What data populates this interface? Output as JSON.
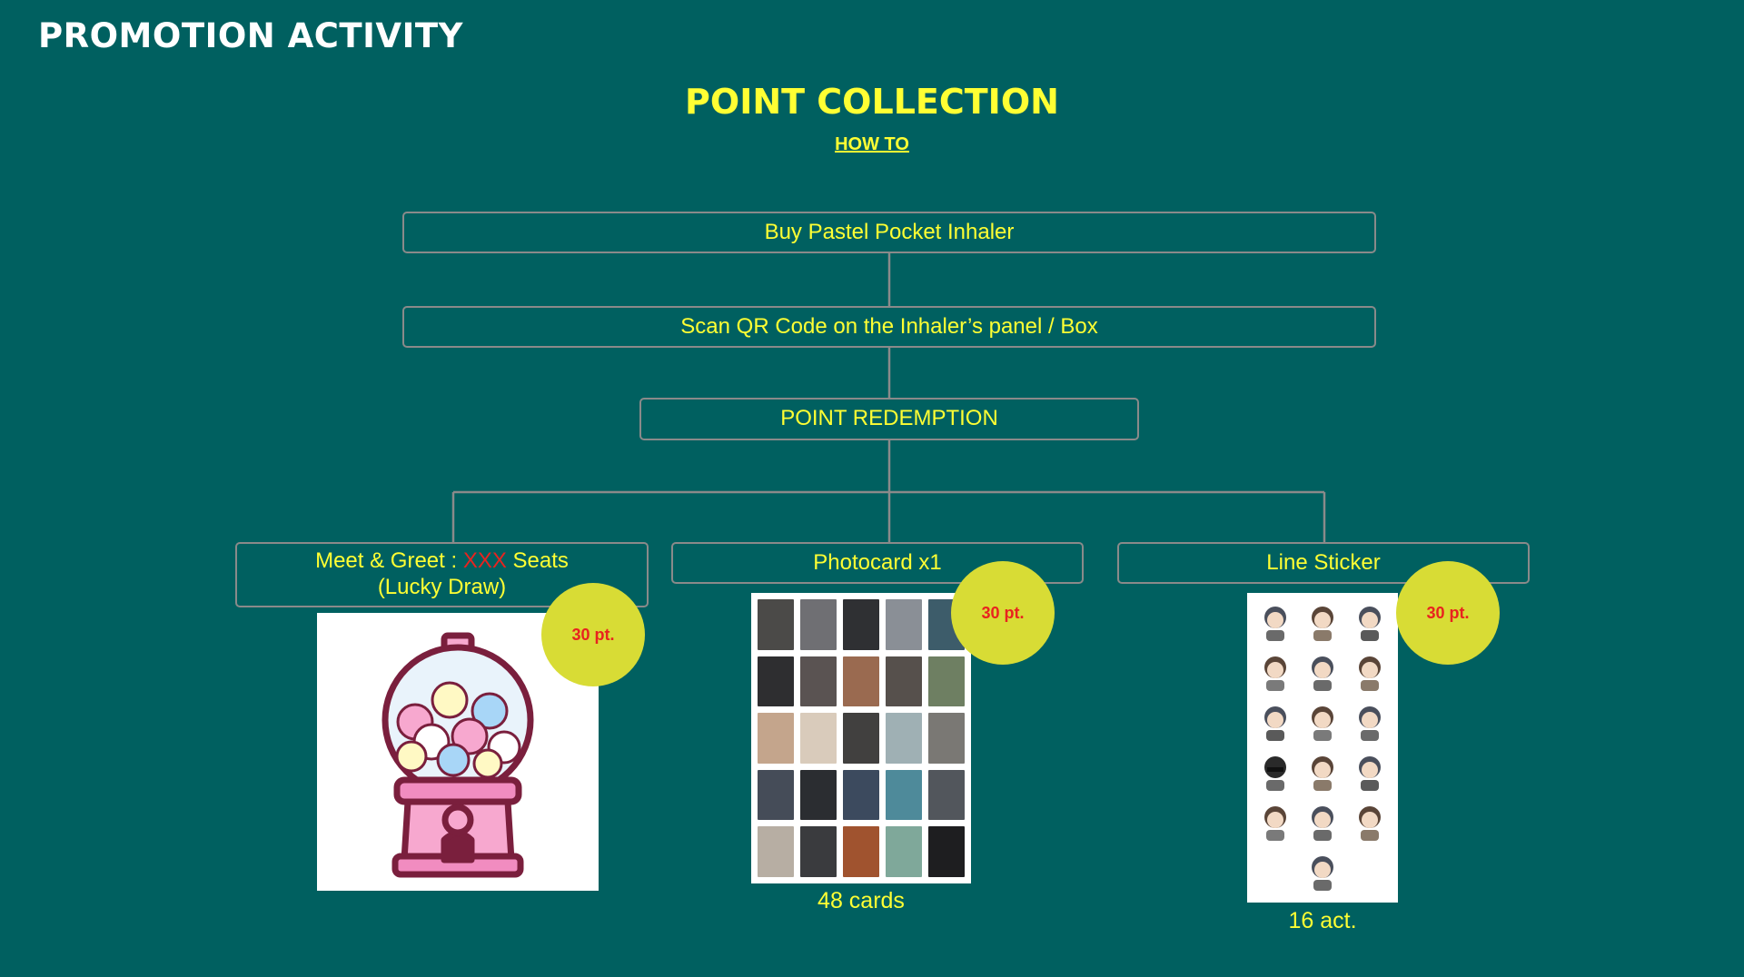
{
  "page_title": "PROMOTION ACTIVITY",
  "heading": "POINT COLLECTION",
  "subheading": "HOW TO",
  "steps": [
    "Buy Pastel Pocket Inhaler",
    "Scan QR Code on the Inhaler’s panel / Box",
    "POINT REDEMPTION"
  ],
  "options": [
    {
      "line1_prefix": "Meet & Greet : ",
      "line1_highlight": "XXX",
      "line1_suffix": " Seats",
      "line2": "(Lucky Draw)",
      "points": "30 pt.",
      "image_icon": "gumball-machine-icon"
    },
    {
      "label": "Photocard x1",
      "points": "30 pt.",
      "caption": "48 cards",
      "image_icon": "photocard-sheet"
    },
    {
      "label": "Line Sticker",
      "points": "30 pt.",
      "caption": "16 act.",
      "image_icon": "sticker-sheet"
    }
  ],
  "colors": {
    "background": "#006060",
    "accent": "#ffff33",
    "highlight": "#e8231f",
    "badge": "#d8dc35",
    "box_border": "#8a8a8a"
  }
}
